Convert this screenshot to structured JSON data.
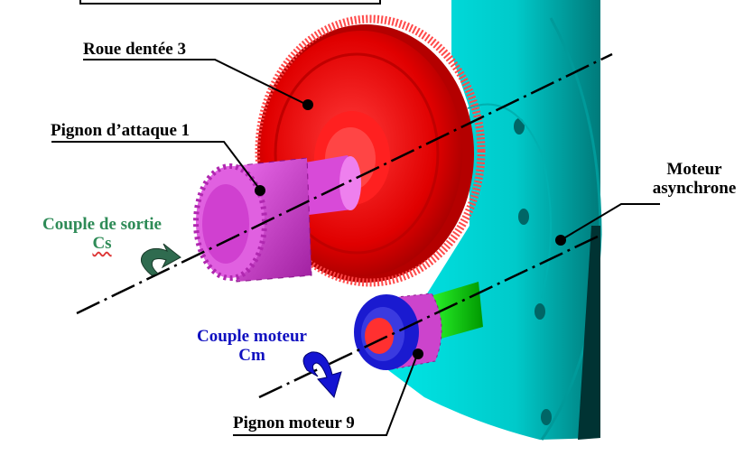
{
  "labels": {
    "roue": "Roue dentée 3",
    "pignon_attaque": "Pignon d’attaque 1",
    "couple_sortie_title": "Couple de sortie",
    "couple_sortie_symbol": "Cs",
    "moteur_line1": "Moteur",
    "moteur_line2": "asynchrone",
    "couple_moteur_title": "Couple moteur",
    "couple_moteur_symbol": "Cm",
    "pignon_moteur": "Pignon moteur 9"
  },
  "colors": {
    "gear_wheel": "#e00000",
    "drive_pinion": "#d23cd2",
    "motor_pinion": "#cc44cc",
    "motor_housing": "#00cccc",
    "shaft": "#00dd00",
    "couple_sortie_text": "#2e8b57",
    "couple_sortie_arrow": "#2f6b4f",
    "couple_moteur_text": "#1010c0",
    "couple_moteur_arrow": "#1414d2",
    "bearing_ring": "#1a1ad0"
  }
}
